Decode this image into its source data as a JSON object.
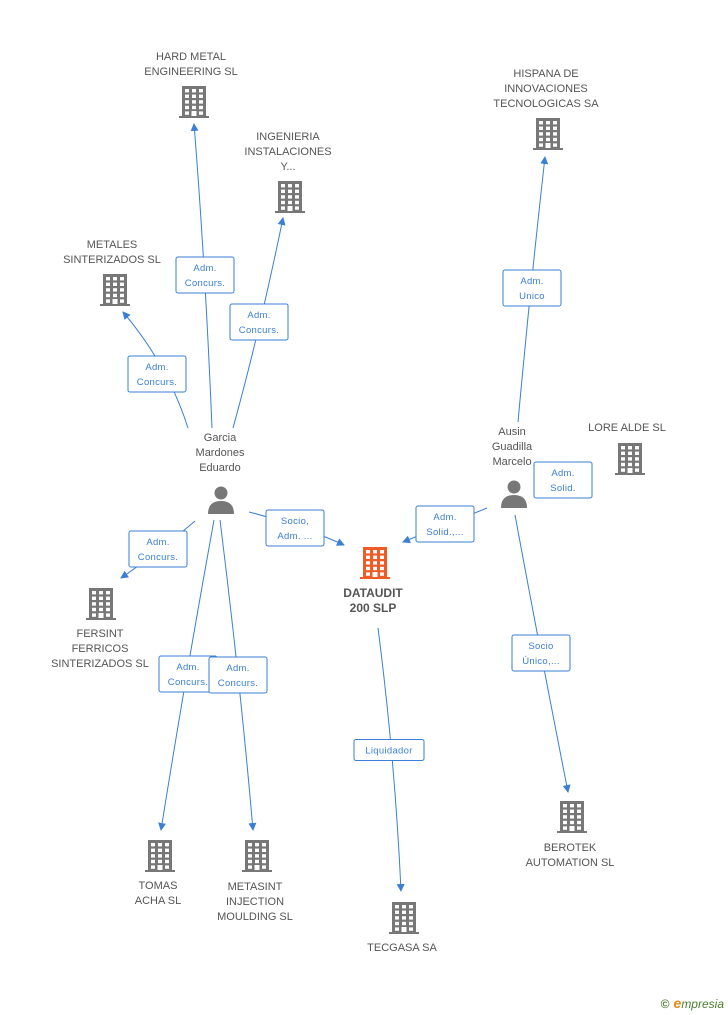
{
  "colors": {
    "edge": "#3a7fd5",
    "company": "#777777",
    "main_company": "#f05a24",
    "person": "#777777",
    "text": "#555555"
  },
  "nodes": [
    {
      "id": "hard_metal",
      "kind": "company",
      "lines": [
        "HARD METAL",
        "ENGINEERING SL"
      ]
    },
    {
      "id": "ingenieria",
      "kind": "company",
      "lines": [
        "INGENIERIA",
        "INSTALACIONES",
        "Y..."
      ]
    },
    {
      "id": "metales",
      "kind": "company",
      "lines": [
        "METALES",
        "SINTERIZADOS SL"
      ]
    },
    {
      "id": "hispana",
      "kind": "company",
      "lines": [
        "HISPANA DE",
        "INNOVACIONES",
        "TECNOLOGICAS SA"
      ]
    },
    {
      "id": "lore_alde",
      "kind": "company",
      "lines": [
        "LORE ALDE SL"
      ]
    },
    {
      "id": "garcia",
      "kind": "person",
      "lines": [
        "Garcia",
        "Mardones",
        "Eduardo"
      ]
    },
    {
      "id": "ausin",
      "kind": "person",
      "lines": [
        "Ausin",
        "Guadilla",
        "Marcelo"
      ]
    },
    {
      "id": "dataudit",
      "kind": "main",
      "lines": [
        "DATAUDIT",
        "200 SLP"
      ]
    },
    {
      "id": "fersint",
      "kind": "company",
      "lines": [
        "FERSINT",
        "FERRICOS",
        "SINTERIZADOS SL"
      ]
    },
    {
      "id": "tomas",
      "kind": "company",
      "lines": [
        "TOMAS",
        "ACHA SL"
      ]
    },
    {
      "id": "metasint",
      "kind": "company",
      "lines": [
        "METASINT",
        "INJECTION",
        "MOULDING SL"
      ]
    },
    {
      "id": "tecgasa",
      "kind": "company",
      "lines": [
        "TECGASA SA"
      ]
    },
    {
      "id": "berotek",
      "kind": "company",
      "lines": [
        "BEROTEK",
        "AUTOMATION SL"
      ]
    }
  ],
  "edges": [
    {
      "from": "garcia",
      "to": "hard_metal",
      "label": [
        "Adm.",
        "Concurs."
      ]
    },
    {
      "from": "garcia",
      "to": "ingenieria",
      "label": [
        "Adm.",
        "Concurs."
      ]
    },
    {
      "from": "garcia",
      "to": "metales",
      "label": [
        "Adm.",
        "Concurs."
      ]
    },
    {
      "from": "garcia",
      "to": "dataudit",
      "label": [
        "Socio,",
        "Adm. ..."
      ]
    },
    {
      "from": "garcia",
      "to": "fersint",
      "label": [
        "Adm.",
        "Concurs."
      ]
    },
    {
      "from": "garcia",
      "to": "tomas",
      "label": [
        "Adm.",
        "Concurs."
      ]
    },
    {
      "from": "garcia",
      "to": "metasint",
      "label": [
        "Adm.",
        "Concurs."
      ]
    },
    {
      "from": "ausin",
      "to": "hispana",
      "label": [
        "Adm.",
        "Unico"
      ]
    },
    {
      "from": "ausin",
      "to": "lore_alde",
      "label": [
        "Adm.",
        "Solid."
      ]
    },
    {
      "from": "ausin",
      "to": "dataudit",
      "label": [
        "Adm.",
        "Solid.,..."
      ]
    },
    {
      "from": "ausin",
      "to": "berotek",
      "label": [
        "Socio",
        "Único,..."
      ]
    },
    {
      "from": "dataudit",
      "to": "tecgasa",
      "label": [
        "Liquidador"
      ]
    }
  ],
  "watermark": {
    "copyright": "©",
    "brand_first": "e",
    "brand_rest": "mpresia"
  }
}
